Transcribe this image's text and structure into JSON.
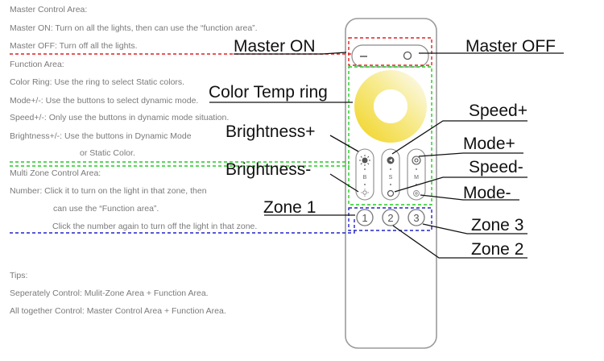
{
  "left_text": {
    "master_header": "Master Control Area:",
    "master_on": "Master ON: Turn on all the lights, then can use the “function area”.",
    "master_off": "Master OFF: Turn off all the lights.",
    "function_header": "Function Area:",
    "color_ring": "Color Ring: Use the ring to select Static colors.",
    "mode": "Mode+/-: Use the buttons to select dynamic mode.",
    "speed": "Speed+/-: Only use the buttons in dynamic mode situation.",
    "brightness_1": "Brightness+/-: Use the buttons in Dynamic Mode",
    "brightness_2": "or Static Color.",
    "multizone_header": "Multi Zone Control Area:",
    "number_1": "Number: Click it to turn on the light in that zone, then",
    "number_2": "can use the “Function area”.",
    "number_3": "Click the number again to turn off the light in that zone.",
    "tips_header": "Tips:",
    "tip_1": "Seperately Control:  Mulit-Zone Area + Function Area.",
    "tip_2": "All together Control: Master Control Area + Function Area."
  },
  "callouts": {
    "master_on": "Master ON",
    "master_off": "Master OFF",
    "color_temp_ring": "Color Temp ring",
    "speed_plus": "Speed+",
    "brightness_plus": "Brightness+",
    "mode_plus": "Mode+",
    "brightness_minus": "Brightness-",
    "speed_minus": "Speed-",
    "mode_minus": "Mode-",
    "zone_1": "Zone 1",
    "zone_3": "Zone 3",
    "zone_2": "Zone 2"
  },
  "remote": {
    "zone_buttons": [
      "1",
      "2",
      "3"
    ],
    "column_letters": [
      "B",
      "S",
      "M"
    ]
  },
  "colors": {
    "master_box": "#e02020",
    "function_box": "#22cc22",
    "zone_box": "#2222cc",
    "ring_warm": "#f2d93a",
    "ring_cool": "#fbf7dc"
  }
}
